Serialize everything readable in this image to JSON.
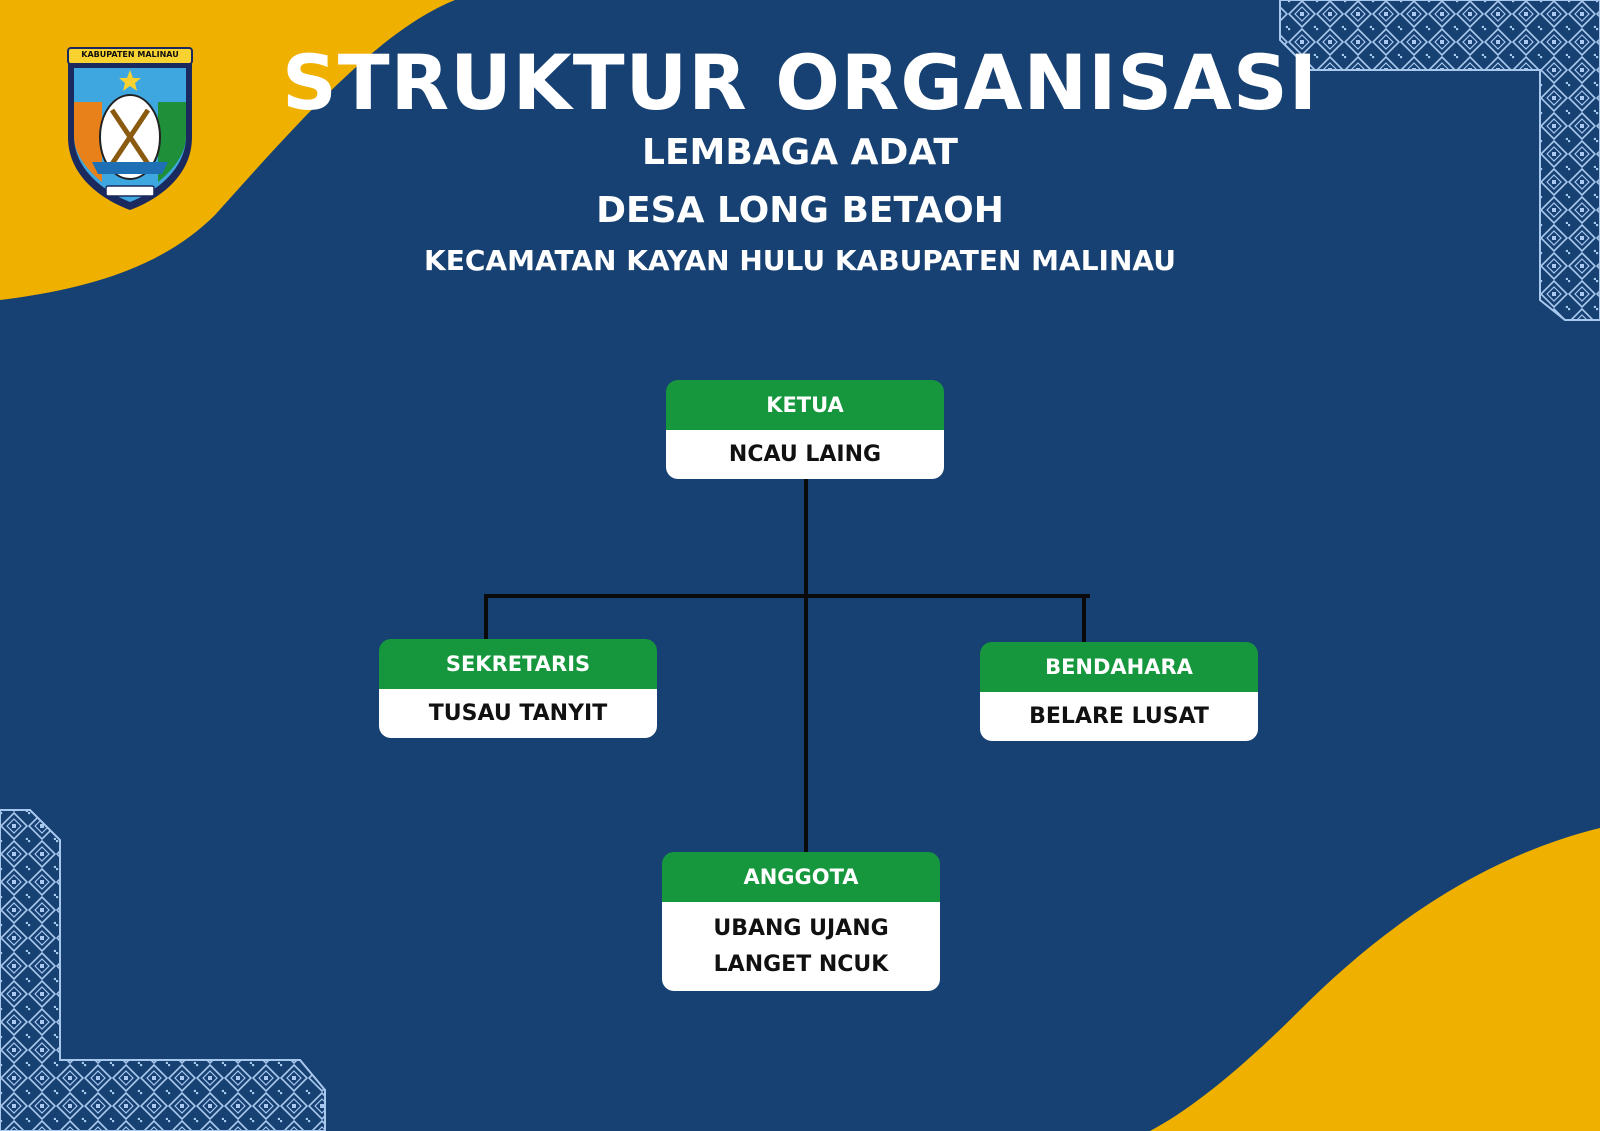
{
  "header": {
    "title": "STRUKTUR ORGANISASI",
    "subtitle1": "LEMBAGA ADAT",
    "subtitle2": "DESA LONG BETAOH",
    "subtitle3": "KECAMATAN KAYAN HULU KABUPATEN MALINAU"
  },
  "logo": {
    "text": "KABUPATEN MALINAU",
    "icon": "regency-emblem-icon"
  },
  "org": {
    "ketua": {
      "role": "KETUA",
      "names": [
        "NCAU LAING"
      ]
    },
    "sekretaris": {
      "role": "SEKRETARIS",
      "names": [
        "TUSAU TANYIT"
      ]
    },
    "bendahara": {
      "role": "BENDAHARA",
      "names": [
        "BELARE LUSAT"
      ]
    },
    "anggota": {
      "role": "ANGGOTA",
      "names": [
        "UBANG UJANG",
        "LANGET NCUK"
      ]
    }
  },
  "colors": {
    "background": "#164172",
    "accent": "#f0b000",
    "role_box": "#16973d",
    "name_box": "#ffffff",
    "pattern": "#a9c8ee"
  }
}
